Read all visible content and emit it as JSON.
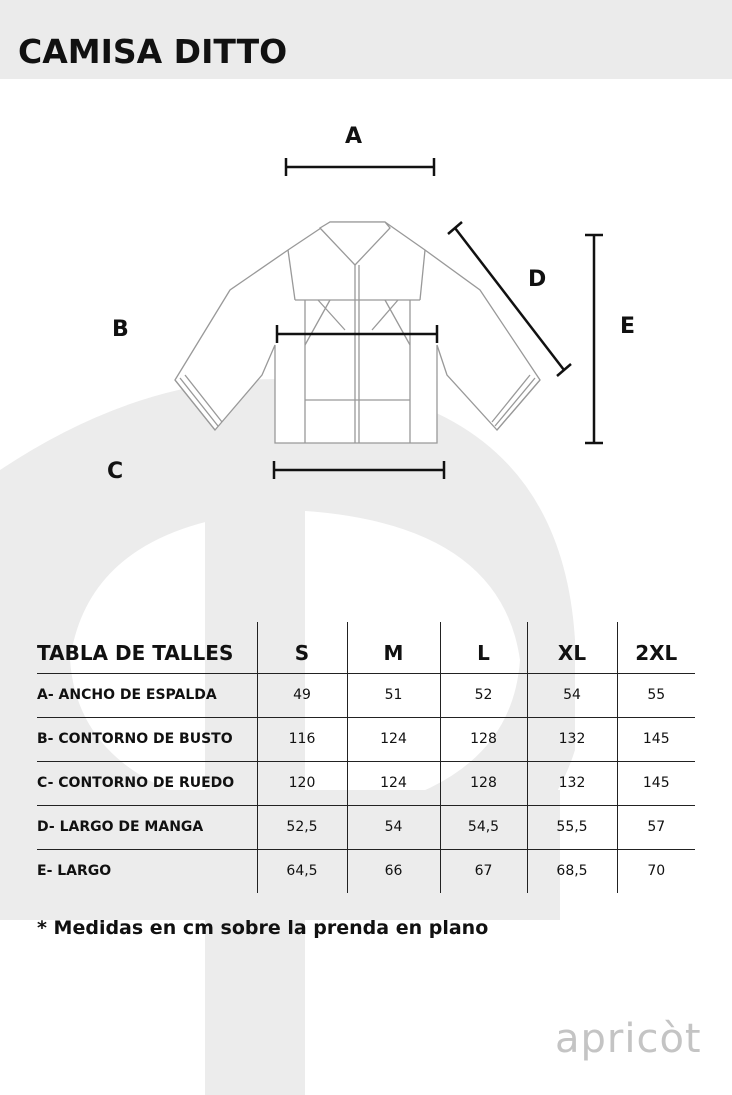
{
  "title": "CAMISA DITTO",
  "labels": {
    "a": "A",
    "b": "B",
    "c": "C",
    "d": "D",
    "e": "E"
  },
  "table": {
    "header": [
      "TABLA DE TALLES",
      "S",
      "M",
      "L",
      "XL",
      "2XL"
    ],
    "rows": [
      [
        "A- ANCHO DE ESPALDA",
        "49",
        "51",
        "52",
        "54",
        "55"
      ],
      [
        "B- CONTORNO DE BUSTO",
        "116",
        "124",
        "128",
        "132",
        "145"
      ],
      [
        "C- CONTORNO DE RUEDO",
        "120",
        "124",
        "128",
        "132",
        "145"
      ],
      [
        "D- LARGO DE MANGA",
        "52,5",
        "54",
        "54,5",
        "55,5",
        "57"
      ],
      [
        "E- LARGO",
        "64,5",
        "66",
        "67",
        "68,5",
        "70"
      ]
    ]
  },
  "note": "* Medidas en cm sobre la prenda en plano",
  "brand": "apricòt"
}
